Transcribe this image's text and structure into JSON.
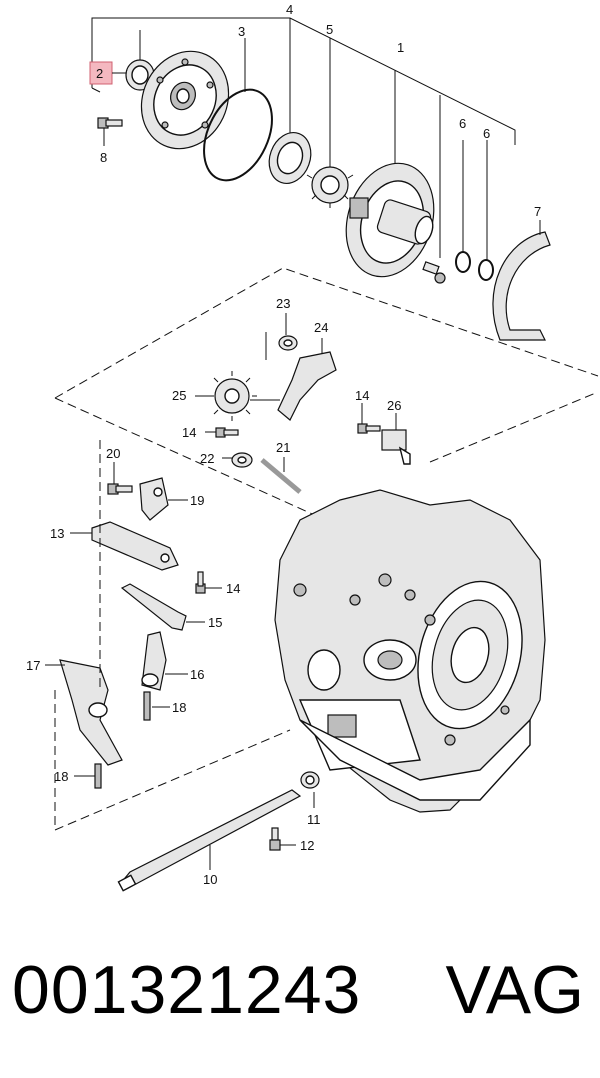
{
  "diagram": {
    "callouts": {
      "c1": "1",
      "c2": "2",
      "c3": "3",
      "c4": "4",
      "c5": "5",
      "c6a": "6",
      "c6b": "6",
      "c7": "7",
      "c8": "8",
      "c10": "10",
      "c11": "11",
      "c12": "12",
      "c13": "13",
      "c14a": "14",
      "c14b": "14",
      "c14c": "14",
      "c15": "15",
      "c16": "16",
      "c17": "17",
      "c18a": "18",
      "c18b": "18",
      "c19": "19",
      "c20": "20",
      "c21": "21",
      "c22": "22",
      "c23": "23",
      "c24": "24",
      "c25": "25",
      "c26": "26"
    },
    "highlighted_callout": "2",
    "highlight_color": "#f4b8c0"
  },
  "footer": {
    "part_number": "001321243",
    "brand": "VAG"
  }
}
